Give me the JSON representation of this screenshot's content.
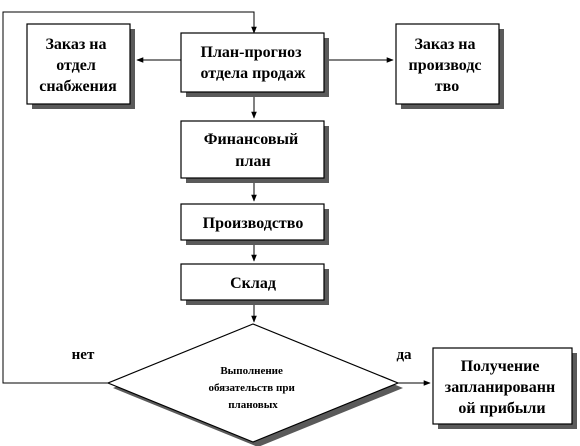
{
  "nodes": {
    "plan": {
      "lines": [
        "План-прогноз",
        "отдела продаж"
      ]
    },
    "supply": {
      "lines": [
        "Заказ на",
        "отдел",
        "снабжения"
      ]
    },
    "production_order": {
      "lines": [
        "Заказ на",
        "производс",
        "тво"
      ]
    },
    "finance": {
      "lines": [
        "Финансовый",
        "план"
      ]
    },
    "production": {
      "lines": [
        "Производство"
      ]
    },
    "warehouse": {
      "lines": [
        "Склад"
      ]
    },
    "decision": {
      "lines": [
        "Выполнение",
        "обязательств при",
        "плановых"
      ]
    },
    "profit": {
      "lines": [
        "Получение",
        "запланированн",
        "ой прибыли"
      ]
    }
  },
  "branches": {
    "no": "нет",
    "yes": "да"
  }
}
